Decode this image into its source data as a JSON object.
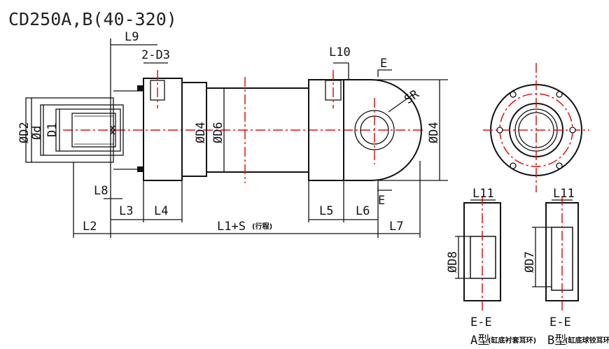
{
  "title": "CD250A,B(40-320)",
  "labels": {
    "L9": "L9",
    "D3": "2-D3",
    "L10": "L10",
    "E_top": "E",
    "E_bottom": "E",
    "SR": "SR",
    "D4_left": "ØD4",
    "D6": "ØD6",
    "D4_right": "ØD4",
    "D2": "ØD2",
    "d": "Ød",
    "D1": "D1",
    "L8": "L8",
    "L3": "L3",
    "L4": "L4",
    "L5": "L5",
    "L6": "L6",
    "L2": "L2",
    "L1S": "L1+S",
    "stroke": "(行程)",
    "L7": "L7",
    "L11_a": "L11",
    "L11_b": "L11",
    "D8": "ØD8",
    "D7": "ØD7"
  },
  "sections": [
    {
      "name": "E-E",
      "caption_type": "A型",
      "caption": "(缸底衬套耳环)"
    },
    {
      "name": "E-E",
      "caption_type": "B型",
      "caption": "(缸底球铰耳环)"
    }
  ]
}
